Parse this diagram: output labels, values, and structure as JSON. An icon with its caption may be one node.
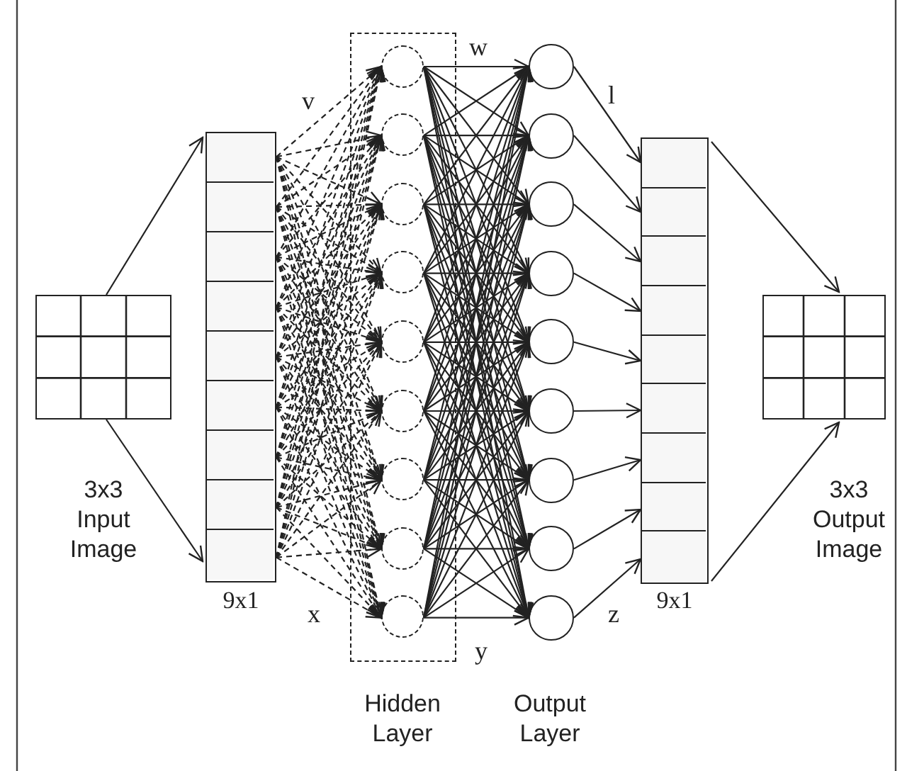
{
  "diagram": {
    "nodes": [
      {
        "text": [],
        "shape": "box",
        "beside": [
          "3x3 Input Image"
        ]
      },
      {
        "text": [],
        "shape": "box",
        "beside": [
          "9x1"
        ]
      },
      {
        "text": [],
        "shape": "box",
        "in": 1
      },
      {
        "text": [],
        "shape": "box",
        "in": 1
      },
      {
        "text": [],
        "shape": "box",
        "in": 1
      },
      {
        "text": [],
        "shape": "box",
        "in": 1
      },
      {
        "text": [],
        "shape": "box",
        "in": 1
      },
      {
        "text": [],
        "shape": "box",
        "in": 1
      },
      {
        "text": [],
        "shape": "box",
        "in": 1
      },
      {
        "text": [],
        "shape": "box",
        "in": 1
      },
      {
        "text": [],
        "shape": "box",
        "in": 1
      },
      {
        "text": [],
        "shape": "box"
      },
      {
        "text": [],
        "shape": "circle",
        "in": 11
      },
      {
        "text": [],
        "shape": "circle",
        "in": 11
      },
      {
        "text": [],
        "shape": "circle",
        "in": 11
      },
      {
        "text": [],
        "shape": "circle",
        "in": 11
      },
      {
        "text": [],
        "shape": "circle",
        "in": 11
      },
      {
        "text": [],
        "shape": "circle",
        "in": 11
      },
      {
        "text": [],
        "shape": "circle",
        "in": 11
      },
      {
        "text": [],
        "shape": "circle",
        "in": 11
      },
      {
        "text": [],
        "shape": "circle",
        "in": 11
      },
      {
        "text": [],
        "shape": "circle"
      },
      {
        "text": [],
        "shape": "circle"
      },
      {
        "text": [],
        "shape": "circle"
      },
      {
        "text": [],
        "shape": "circle"
      },
      {
        "text": [],
        "shape": "circle"
      },
      {
        "text": [],
        "shape": "circle"
      },
      {
        "text": [],
        "shape": "circle"
      },
      {
        "text": [],
        "shape": "circle"
      },
      {
        "text": [],
        "shape": "circle"
      },
      {
        "text": [],
        "shape": "box",
        "beside": [
          "9x1"
        ]
      },
      {
        "text": [],
        "shape": "box",
        "in": 30
      },
      {
        "text": [],
        "shape": "box",
        "in": 30
      },
      {
        "text": [],
        "shape": "box",
        "in": 30
      },
      {
        "text": [],
        "shape": "box",
        "in": 30
      },
      {
        "text": [],
        "shape": "box",
        "in": 30
      },
      {
        "text": [],
        "shape": "box",
        "in": 30
      },
      {
        "text": [],
        "shape": "box",
        "in": 30
      },
      {
        "text": [],
        "shape": "box",
        "in": 30
      },
      {
        "text": [],
        "shape": "box",
        "in": 30
      },
      {
        "text": [],
        "shape": "box",
        "beside": [
          "3x3 Output Image"
        ]
      }
    ],
    "edges": [
      {
        "from": 0,
        "to": 1,
        "arrow": "to"
      },
      {
        "from": 0,
        "to": 1,
        "arrow": "to"
      },
      {
        "from": 2,
        "to": 12,
        "arrow": "to",
        "style": "dashed",
        "label": "v"
      },
      {
        "from": 2,
        "to": 13,
        "arrow": "to",
        "style": "dashed"
      },
      {
        "from": 2,
        "to": 14,
        "arrow": "to",
        "style": "dashed"
      },
      {
        "from": 2,
        "to": 15,
        "arrow": "to",
        "style": "dashed"
      },
      {
        "from": 2,
        "to": 16,
        "arrow": "to",
        "style": "dashed"
      },
      {
        "from": 2,
        "to": 17,
        "arrow": "to",
        "style": "dashed"
      },
      {
        "from": 2,
        "to": 18,
        "arrow": "to",
        "style": "dashed"
      },
      {
        "from": 2,
        "to": 19,
        "arrow": "to",
        "style": "dashed"
      },
      {
        "from": 2,
        "to": 20,
        "arrow": "to",
        "style": "dashed"
      },
      {
        "from": 3,
        "to": 12,
        "arrow": "to",
        "style": "dashed"
      },
      {
        "from": 3,
        "to": 13,
        "arrow": "to",
        "style": "dashed"
      },
      {
        "from": 3,
        "to": 14,
        "arrow": "to",
        "style": "dashed"
      },
      {
        "from": 3,
        "to": 15,
        "arrow": "to",
        "style": "dashed"
      },
      {
        "from": 3,
        "to": 16,
        "arrow": "to",
        "style": "dashed"
      },
      {
        "from": 3,
        "to": 17,
        "arrow": "to",
        "style": "dashed"
      },
      {
        "from": 3,
        "to": 18,
        "arrow": "to",
        "style": "dashed"
      },
      {
        "from": 3,
        "to": 19,
        "arrow": "to",
        "style": "dashed"
      },
      {
        "from": 3,
        "to": 20,
        "arrow": "to",
        "style": "dashed"
      },
      {
        "from": 4,
        "to": 12,
        "arrow": "to",
        "style": "dashed"
      },
      {
        "from": 4,
        "to": 13,
        "arrow": "to",
        "style": "dashed"
      },
      {
        "from": 4,
        "to": 14,
        "arrow": "to",
        "style": "dashed"
      },
      {
        "from": 4,
        "to": 15,
        "arrow": "to",
        "style": "dashed"
      },
      {
        "from": 4,
        "to": 16,
        "arrow": "to",
        "style": "dashed"
      },
      {
        "from": 4,
        "to": 17,
        "arrow": "to",
        "style": "dashed"
      },
      {
        "from": 4,
        "to": 18,
        "arrow": "to",
        "style": "dashed"
      },
      {
        "from": 4,
        "to": 19,
        "arrow": "to",
        "style": "dashed"
      },
      {
        "from": 4,
        "to": 20,
        "arrow": "to",
        "style": "dashed"
      },
      {
        "from": 5,
        "to": 12,
        "arrow": "to",
        "style": "dashed"
      },
      {
        "from": 5,
        "to": 13,
        "arrow": "to",
        "style": "dashed"
      },
      {
        "from": 5,
        "to": 14,
        "arrow": "to",
        "style": "dashed"
      },
      {
        "from": 5,
        "to": 15,
        "arrow": "to",
        "style": "dashed"
      },
      {
        "from": 5,
        "to": 16,
        "arrow": "to",
        "style": "dashed"
      },
      {
        "from": 5,
        "to": 17,
        "arrow": "to",
        "style": "dashed"
      },
      {
        "from": 5,
        "to": 18,
        "arrow": "to",
        "style": "dashed"
      },
      {
        "from": 5,
        "to": 19,
        "arrow": "to",
        "style": "dashed"
      },
      {
        "from": 5,
        "to": 20,
        "arrow": "to",
        "style": "dashed"
      },
      {
        "from": 6,
        "to": 12,
        "arrow": "to",
        "style": "dashed"
      },
      {
        "from": 6,
        "to": 13,
        "arrow": "to",
        "style": "dashed"
      },
      {
        "from": 6,
        "to": 14,
        "arrow": "to",
        "style": "dashed"
      },
      {
        "from": 6,
        "to": 15,
        "arrow": "to",
        "style": "dashed"
      },
      {
        "from": 6,
        "to": 16,
        "arrow": "to",
        "style": "dashed"
      },
      {
        "from": 6,
        "to": 17,
        "arrow": "to",
        "style": "dashed"
      },
      {
        "from": 6,
        "to": 18,
        "arrow": "to",
        "style": "dashed"
      },
      {
        "from": 6,
        "to": 19,
        "arrow": "to",
        "style": "dashed"
      },
      {
        "from": 6,
        "to": 20,
        "arrow": "to",
        "style": "dashed"
      },
      {
        "from": 7,
        "to": 12,
        "arrow": "to",
        "style": "dashed"
      },
      {
        "from": 7,
        "to": 13,
        "arrow": "to",
        "style": "dashed"
      },
      {
        "from": 7,
        "to": 14,
        "arrow": "to",
        "style": "dashed"
      },
      {
        "from": 7,
        "to": 15,
        "arrow": "to",
        "style": "dashed"
      },
      {
        "from": 7,
        "to": 16,
        "arrow": "to",
        "style": "dashed"
      },
      {
        "from": 7,
        "to": 17,
        "arrow": "to",
        "style": "dashed"
      },
      {
        "from": 7,
        "to": 18,
        "arrow": "to",
        "style": "dashed"
      },
      {
        "from": 7,
        "to": 19,
        "arrow": "to",
        "style": "dashed"
      },
      {
        "from": 7,
        "to": 20,
        "arrow": "to",
        "style": "dashed"
      },
      {
        "from": 8,
        "to": 12,
        "arrow": "to",
        "style": "dashed"
      },
      {
        "from": 8,
        "to": 13,
        "arrow": "to",
        "style": "dashed"
      },
      {
        "from": 8,
        "to": 14,
        "arrow": "to",
        "style": "dashed"
      },
      {
        "from": 8,
        "to": 15,
        "arrow": "to",
        "style": "dashed"
      },
      {
        "from": 8,
        "to": 16,
        "arrow": "to",
        "style": "dashed"
      },
      {
        "from": 8,
        "to": 17,
        "arrow": "to",
        "style": "dashed"
      },
      {
        "from": 8,
        "to": 18,
        "arrow": "to",
        "style": "dashed"
      },
      {
        "from": 8,
        "to": 19,
        "arrow": "to",
        "style": "dashed"
      },
      {
        "from": 8,
        "to": 20,
        "arrow": "to",
        "style": "dashed"
      },
      {
        "from": 9,
        "to": 12,
        "arrow": "to",
        "style": "dashed"
      },
      {
        "from": 9,
        "to": 13,
        "arrow": "to",
        "style": "dashed"
      },
      {
        "from": 9,
        "to": 14,
        "arrow": "to",
        "style": "dashed"
      },
      {
        "from": 9,
        "to": 15,
        "arrow": "to",
        "style": "dashed"
      },
      {
        "from": 9,
        "to": 16,
        "arrow": "to",
        "style": "dashed"
      },
      {
        "from": 9,
        "to": 17,
        "arrow": "to",
        "style": "dashed"
      },
      {
        "from": 9,
        "to": 18,
        "arrow": "to",
        "style": "dashed"
      },
      {
        "from": 9,
        "to": 19,
        "arrow": "to",
        "style": "dashed"
      },
      {
        "from": 9,
        "to": 20,
        "arrow": "to",
        "style": "dashed"
      },
      {
        "from": 10,
        "to": 12,
        "arrow": "to",
        "style": "dashed"
      },
      {
        "from": 10,
        "to": 13,
        "arrow": "to",
        "style": "dashed"
      },
      {
        "from": 10,
        "to": 14,
        "arrow": "to",
        "style": "dashed"
      },
      {
        "from": 10,
        "to": 15,
        "arrow": "to",
        "style": "dashed"
      },
      {
        "from": 10,
        "to": 16,
        "arrow": "to",
        "style": "dashed"
      },
      {
        "from": 10,
        "to": 17,
        "arrow": "to",
        "style": "dashed"
      },
      {
        "from": 10,
        "to": 18,
        "arrow": "to",
        "style": "dashed"
      },
      {
        "from": 10,
        "to": 19,
        "arrow": "to",
        "style": "dashed"
      },
      {
        "from": 10,
        "to": 20,
        "arrow": "to",
        "style": "dashed",
        "label": "x"
      },
      {
        "from": 12,
        "to": 21,
        "arrow": "to",
        "label": "w"
      },
      {
        "from": 12,
        "to": 22,
        "arrow": "to"
      },
      {
        "from": 12,
        "to": 23,
        "arrow": "to"
      },
      {
        "from": 12,
        "to": 24,
        "arrow": "to"
      },
      {
        "from": 12,
        "to": 25,
        "arrow": "to"
      },
      {
        "from": 12,
        "to": 26,
        "arrow": "to"
      },
      {
        "from": 12,
        "to": 27,
        "arrow": "to"
      },
      {
        "from": 12,
        "to": 28,
        "arrow": "to"
      },
      {
        "from": 12,
        "to": 29,
        "arrow": "to"
      },
      {
        "from": 13,
        "to": 21,
        "arrow": "to"
      },
      {
        "from": 13,
        "to": 22,
        "arrow": "to"
      },
      {
        "from": 13,
        "to": 23,
        "arrow": "to"
      },
      {
        "from": 13,
        "to": 24,
        "arrow": "to"
      },
      {
        "from": 13,
        "to": 25,
        "arrow": "to"
      },
      {
        "from": 13,
        "to": 26,
        "arrow": "to"
      },
      {
        "from": 13,
        "to": 27,
        "arrow": "to"
      },
      {
        "from": 13,
        "to": 28,
        "arrow": "to"
      },
      {
        "from": 13,
        "to": 29,
        "arrow": "to"
      },
      {
        "from": 14,
        "to": 21,
        "arrow": "to"
      },
      {
        "from": 14,
        "to": 22,
        "arrow": "to"
      },
      {
        "from": 14,
        "to": 23,
        "arrow": "to"
      },
      {
        "from": 14,
        "to": 24,
        "arrow": "to"
      },
      {
        "from": 14,
        "to": 25,
        "arrow": "to"
      },
      {
        "from": 14,
        "to": 26,
        "arrow": "to"
      },
      {
        "from": 14,
        "to": 27,
        "arrow": "to"
      },
      {
        "from": 14,
        "to": 28,
        "arrow": "to"
      },
      {
        "from": 14,
        "to": 29,
        "arrow": "to"
      },
      {
        "from": 15,
        "to": 21,
        "arrow": "to"
      },
      {
        "from": 15,
        "to": 22,
        "arrow": "to"
      },
      {
        "from": 15,
        "to": 23,
        "arrow": "to"
      },
      {
        "from": 15,
        "to": 24,
        "arrow": "to"
      },
      {
        "from": 15,
        "to": 25,
        "arrow": "to"
      },
      {
        "from": 15,
        "to": 26,
        "arrow": "to"
      },
      {
        "from": 15,
        "to": 27,
        "arrow": "to"
      },
      {
        "from": 15,
        "to": 28,
        "arrow": "to"
      },
      {
        "from": 15,
        "to": 29,
        "arrow": "to"
      },
      {
        "from": 16,
        "to": 21,
        "arrow": "to"
      },
      {
        "from": 16,
        "to": 22,
        "arrow": "to"
      },
      {
        "from": 16,
        "to": 23,
        "arrow": "to"
      },
      {
        "from": 16,
        "to": 24,
        "arrow": "to"
      },
      {
        "from": 16,
        "to": 25,
        "arrow": "to"
      },
      {
        "from": 16,
        "to": 26,
        "arrow": "to"
      },
      {
        "from": 16,
        "to": 27,
        "arrow": "to"
      },
      {
        "from": 16,
        "to": 28,
        "arrow": "to"
      },
      {
        "from": 16,
        "to": 29,
        "arrow": "to"
      },
      {
        "from": 17,
        "to": 21,
        "arrow": "to"
      },
      {
        "from": 17,
        "to": 22,
        "arrow": "to"
      },
      {
        "from": 17,
        "to": 23,
        "arrow": "to"
      },
      {
        "from": 17,
        "to": 24,
        "arrow": "to"
      },
      {
        "from": 17,
        "to": 25,
        "arrow": "to"
      },
      {
        "from": 17,
        "to": 26,
        "arrow": "to"
      },
      {
        "from": 17,
        "to": 27,
        "arrow": "to"
      },
      {
        "from": 17,
        "to": 28,
        "arrow": "to"
      },
      {
        "from": 17,
        "to": 29,
        "arrow": "to"
      },
      {
        "from": 18,
        "to": 21,
        "arrow": "to"
      },
      {
        "from": 18,
        "to": 22,
        "arrow": "to"
      },
      {
        "from": 18,
        "to": 23,
        "arrow": "to"
      },
      {
        "from": 18,
        "to": 24,
        "arrow": "to"
      },
      {
        "from": 18,
        "to": 25,
        "arrow": "to"
      },
      {
        "from": 18,
        "to": 26,
        "arrow": "to"
      },
      {
        "from": 18,
        "to": 27,
        "arrow": "to"
      },
      {
        "from": 18,
        "to": 28,
        "arrow": "to"
      },
      {
        "from": 18,
        "to": 29,
        "arrow": "to"
      },
      {
        "from": 19,
        "to": 21,
        "arrow": "to"
      },
      {
        "from": 19,
        "to": 22,
        "arrow": "to"
      },
      {
        "from": 19,
        "to": 23,
        "arrow": "to"
      },
      {
        "from": 19,
        "to": 24,
        "arrow": "to"
      },
      {
        "from": 19,
        "to": 25,
        "arrow": "to"
      },
      {
        "from": 19,
        "to": 26,
        "arrow": "to"
      },
      {
        "from": 19,
        "to": 27,
        "arrow": "to"
      },
      {
        "from": 19,
        "to": 28,
        "arrow": "to"
      },
      {
        "from": 19,
        "to": 29,
        "arrow": "to"
      },
      {
        "from": 20,
        "to": 21,
        "arrow": "to"
      },
      {
        "from": 20,
        "to": 22,
        "arrow": "to"
      },
      {
        "from": 20,
        "to": 23,
        "arrow": "to"
      },
      {
        "from": 20,
        "to": 24,
        "arrow": "to"
      },
      {
        "from": 20,
        "to": 25,
        "arrow": "to"
      },
      {
        "from": 20,
        "to": 26,
        "arrow": "to"
      },
      {
        "from": 20,
        "to": 27,
        "arrow": "to"
      },
      {
        "from": 20,
        "to": 28,
        "arrow": "to"
      },
      {
        "from": 20,
        "to": 29,
        "arrow": "to",
        "label": "y"
      },
      {
        "from": 21,
        "to": 31,
        "arrow": "to",
        "label": "l"
      },
      {
        "from": 22,
        "to": 32,
        "arrow": "to"
      },
      {
        "from": 23,
        "to": 33,
        "arrow": "to"
      },
      {
        "from": 24,
        "to": 34,
        "arrow": "to"
      },
      {
        "from": 25,
        "to": 35,
        "arrow": "to"
      },
      {
        "from": 26,
        "to": 36,
        "arrow": "to"
      },
      {
        "from": 27,
        "to": 37,
        "arrow": "to"
      },
      {
        "from": 28,
        "to": 38,
        "arrow": "to"
      },
      {
        "from": 29,
        "to": 39,
        "arrow": "to",
        "label": "z"
      },
      {
        "from": 30,
        "to": 40,
        "arrow": "to"
      },
      {
        "from": 30,
        "to": 40,
        "arrow": "to"
      }
    ],
    "labels": [
      "Hidden Layer",
      "Output Layer"
    ]
  }
}
